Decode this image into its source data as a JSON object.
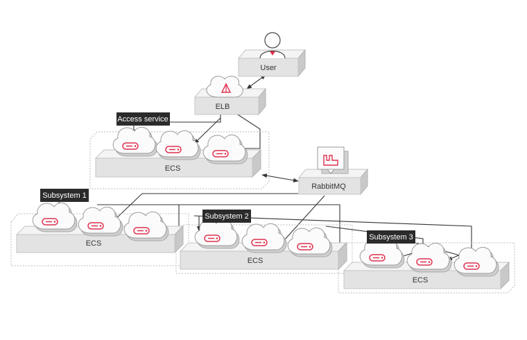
{
  "nodes": {
    "user": "User",
    "elb": "ELB",
    "rabbitmq": "RabbitMQ"
  },
  "groups": {
    "access": {
      "tag": "Access service",
      "platform": "ECS"
    },
    "sub1": {
      "tag": "Subsystem 1",
      "platform": "ECS"
    },
    "sub2": {
      "tag": "Subsystem 2",
      "platform": "ECS"
    },
    "sub3": {
      "tag": "Subsystem 3",
      "platform": "ECS"
    }
  },
  "colors": {
    "accent": "#e0304e",
    "tag_bg": "#2b2b2b",
    "platform_top": "#f4f4f4",
    "platform_front": "#e3e3e3",
    "platform_side": "#c9c9c9",
    "line": "#333333"
  },
  "icons": {
    "user": "user-avatar-icon",
    "elb": "load-balancer-icon",
    "rabbitmq": "message-queue-icon",
    "ecs": "ecs-cloud-icon"
  }
}
